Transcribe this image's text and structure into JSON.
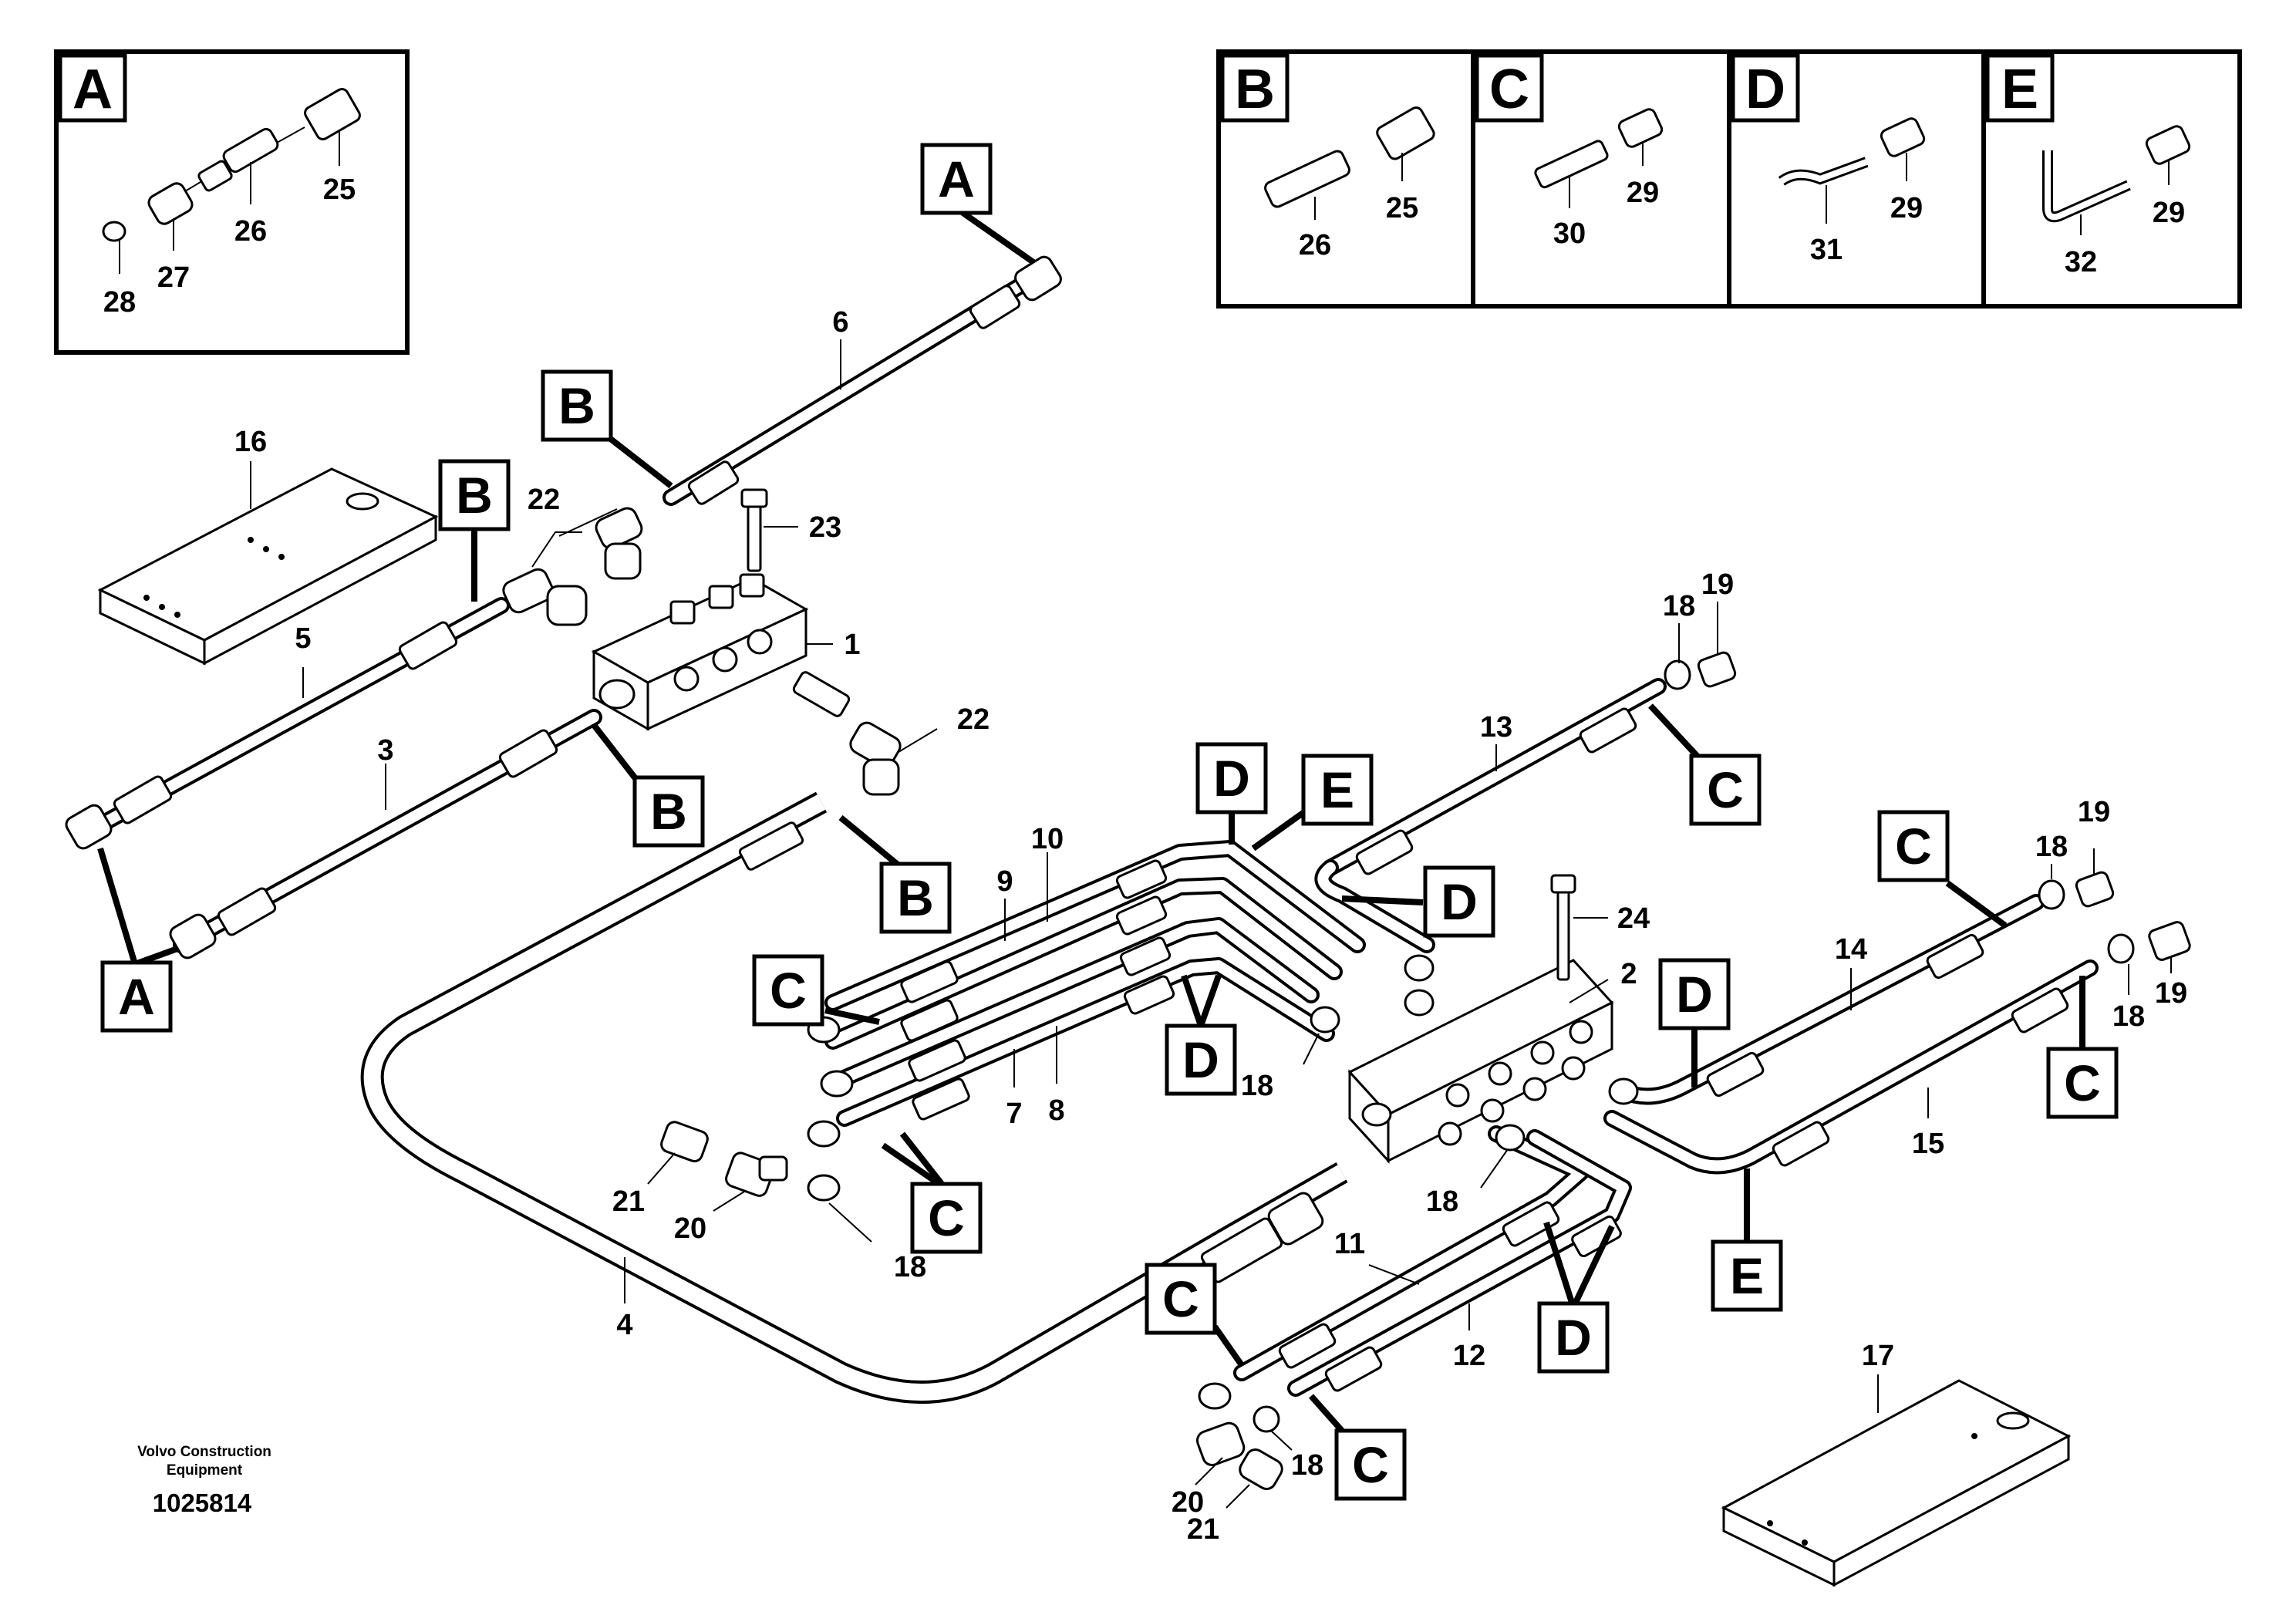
{
  "footer": {
    "brand_line1": "Volvo Construction",
    "brand_line2": "Equipment",
    "drawing_number": "1025814"
  },
  "detail_views": {
    "A": {
      "letter": "A",
      "parts": [
        "25",
        "26",
        "27",
        "28"
      ]
    },
    "B": {
      "letter": "B",
      "parts": [
        "26",
        "25"
      ]
    },
    "C": {
      "letter": "C",
      "parts": [
        "30",
        "29"
      ]
    },
    "D": {
      "letter": "D",
      "parts": [
        "31",
        "29"
      ]
    },
    "E": {
      "letter": "E",
      "parts": [
        "32",
        "29"
      ]
    }
  },
  "callouts": {
    "A_top": "A",
    "A_bottom": "A",
    "B_1": "B",
    "B_2": "B",
    "B_3": "B",
    "B_4": "B",
    "C_1": "C",
    "C_2": "C",
    "C_3": "C",
    "C_4": "C",
    "C_5": "C",
    "C_6": "C",
    "C_7": "C",
    "D_1": "D",
    "D_2": "D",
    "D_3": "D",
    "D_4": "D",
    "D_5": "D",
    "E_1": "E",
    "E_2": "E"
  },
  "part_numbers": {
    "p1": "1",
    "p2": "2",
    "p3": "3",
    "p4": "4",
    "p5": "5",
    "p6": "6",
    "p7": "7",
    "p8": "8",
    "p9": "9",
    "p10": "10",
    "p11": "11",
    "p12": "12",
    "p13": "13",
    "p14": "14",
    "p15": "15",
    "p16": "16",
    "p17": "17",
    "p18a": "18",
    "p18b": "18",
    "p18c": "18",
    "p18d": "18",
    "p18e": "18",
    "p18f": "18",
    "p18g": "18",
    "p19a": "19",
    "p19b": "19",
    "p19c": "19",
    "p20a": "20",
    "p20b": "20",
    "p21a": "21",
    "p21b": "21",
    "p22a": "22",
    "p22b": "22",
    "p23": "23",
    "p24": "24"
  }
}
